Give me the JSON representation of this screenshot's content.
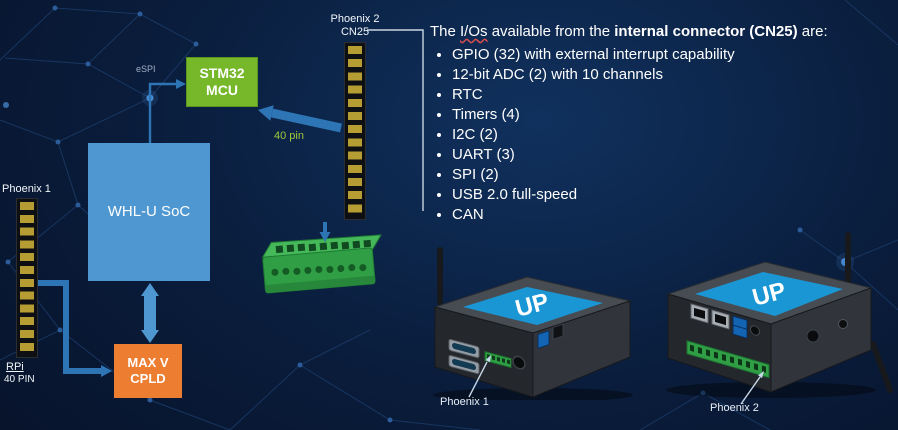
{
  "colors": {
    "bg1": "#060f24",
    "bg2": "#10315e",
    "green": "#76b82a",
    "blue": "#4f97d0",
    "orange": "#ed7d31",
    "arrow": "#2e75b6",
    "pin": "#b59c33",
    "labelgreen": "#9fc93c",
    "deviceblue": "#1b96d4",
    "terminalgreen": "#2f9e44"
  },
  "blocks": {
    "stm32": {
      "line1": "STM32",
      "line2": "MCU"
    },
    "soc": {
      "label": "WHL-U SoC"
    },
    "cpld": {
      "line1": "MAX V",
      "line2": "CPLD"
    }
  },
  "connectors": {
    "cn25": {
      "title": "Phoenix 2",
      "subtitle": "CN25"
    },
    "phoenix1": {
      "label": "Phoenix 1"
    },
    "rpi": {
      "name": "RPi",
      "pins": "40 PIN"
    }
  },
  "annotations": {
    "bus_40pin": "40 pin",
    "espi": "eSPI"
  },
  "info_panel": {
    "title_part1": "The ",
    "title_io": "I/Os",
    "title_part2": " available from the ",
    "title_bold": "internal connector (CN25)",
    "title_part3": " are:",
    "bullets": [
      "GPIO (32) with external interrupt capability",
      "12-bit ADC (2) with 10 channels",
      "RTC",
      "Timers (4)",
      "I2C (2)",
      "UART (3)",
      "SPI (2)",
      "USB 2.0 full-speed",
      "CAN"
    ]
  },
  "devices": {
    "left": {
      "label": "Phoenix 1",
      "logo": "UP"
    },
    "right": {
      "label": "Phoenix 2",
      "logo": "UP"
    }
  }
}
